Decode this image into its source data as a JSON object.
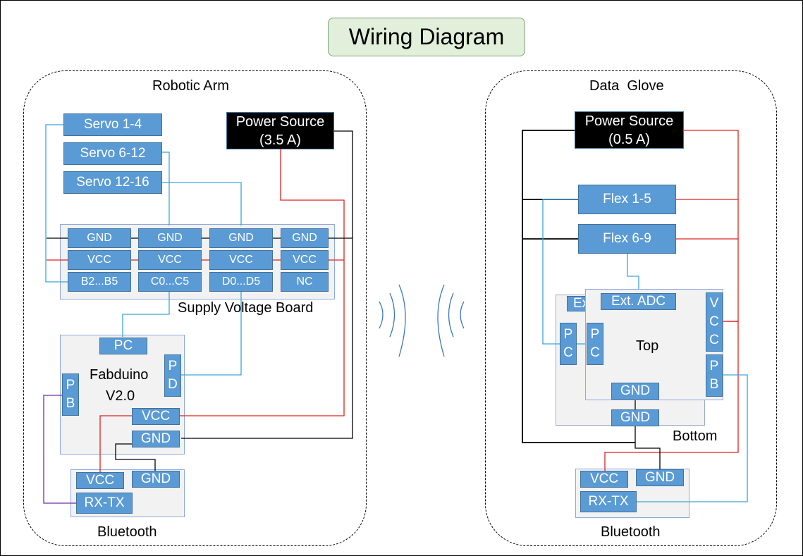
{
  "title": "Wiring Diagram",
  "robotic_arm": {
    "label": "Robotic Arm",
    "servos": [
      "Servo 1-4",
      "Servo 6-12",
      "Servo 12-16"
    ],
    "power_source": {
      "line1": "Power Source",
      "line2": "(3.5 A)"
    },
    "supply_board": {
      "label": "Supply Voltage Board",
      "gnd_row": [
        "GND",
        "GND",
        "GND",
        "GND"
      ],
      "vcc_row": [
        "VCC",
        "VCC",
        "VCC",
        "VCC"
      ],
      "data_row": [
        "B2...B5",
        "C0...C5",
        "D0...D5",
        "NC"
      ]
    },
    "fabduino": {
      "name_line1": "Fabduino",
      "name_line2": "V2.0",
      "pc": "PC",
      "pd": [
        "P",
        "D"
      ],
      "pb": [
        "P",
        "B"
      ],
      "vcc": "VCC",
      "gnd": "GND"
    },
    "bluetooth": {
      "label": "Bluetooth",
      "vcc": "VCC",
      "gnd": "GND",
      "rxtx": "RX-TX"
    }
  },
  "data_glove": {
    "label": "Data  Glove",
    "power_source": {
      "line1": "Power Source",
      "line2": "(0.5 A)"
    },
    "flex": [
      "Flex 1-5",
      "Flex 6-9"
    ],
    "top": {
      "label": "Top",
      "ext_adc": "Ext. ADC",
      "pc": [
        "P",
        "C"
      ],
      "vcc": [
        "V",
        "C",
        "C"
      ],
      "pb": [
        "P",
        "B"
      ],
      "gnd": "GND"
    },
    "bottom": {
      "label": "Bottom",
      "ext_partial": "Ex",
      "pc": [
        "P",
        "C"
      ],
      "gnd": "GND"
    },
    "bluetooth": {
      "label": "Bluetooth",
      "vcc": "VCC",
      "gnd": "GND",
      "rxtx": "RX-TX"
    }
  },
  "colors": {
    "title_fill": "#e2efda",
    "pin_fill": "#5b9bd5",
    "panel_fill": "#f2f2f2",
    "wire_red": "#e02020",
    "wire_blue": "#3aa6d8",
    "wire_purple": "#7030a0",
    "wire_black": "#000000",
    "wire_navy": "#1f3864"
  }
}
